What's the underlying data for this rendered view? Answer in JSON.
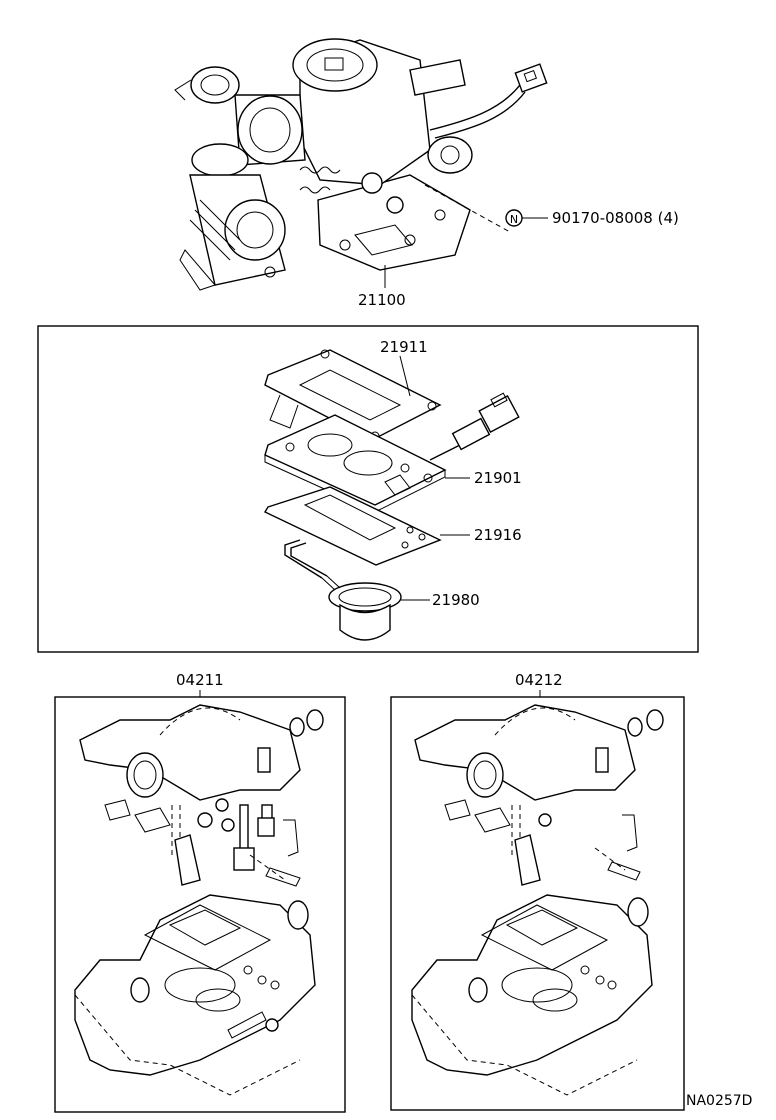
{
  "colors": {
    "line": "#000000",
    "background": "#ffffff"
  },
  "parts": {
    "carburetor_assembly": "21100",
    "bolt": "90170-08008 (4)",
    "bolt_marker": "N",
    "gasket_top": "21911",
    "insulator": "21901",
    "gasket_bottom": "21916",
    "sensor_ring": "21980",
    "kit_left": "04211",
    "kit_right": "04212"
  },
  "diagram_code": "NA0257D"
}
